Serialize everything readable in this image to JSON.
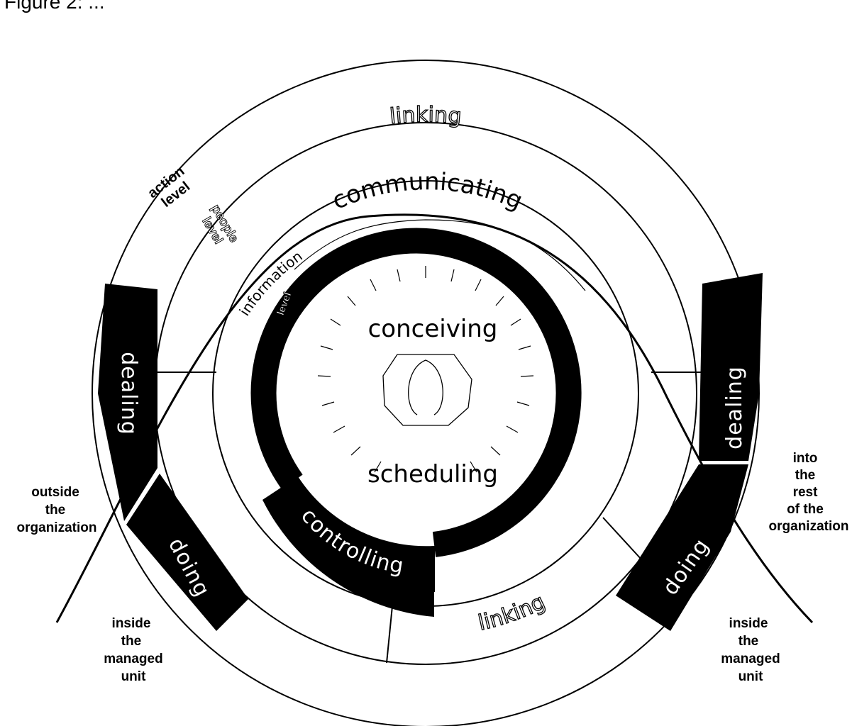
{
  "header_fragment": "Figure 2: ...",
  "levels": {
    "action": [
      "action",
      "level"
    ],
    "people": [
      "people",
      "level"
    ],
    "information": "information",
    "information_level_suffix": "level"
  },
  "roles": {
    "linking_top": "linking",
    "linking_bottom": "linking",
    "communicating": "communicating",
    "conceiving": "conceiving",
    "scheduling": "scheduling",
    "controlling": "controlling",
    "dealing_left": "dealing",
    "dealing_right": "dealing",
    "doing_left": "doing",
    "doing_right": "doing"
  },
  "annotations": {
    "outside": [
      "outside",
      "the",
      "organization"
    ],
    "into": [
      "into",
      "the",
      "rest",
      "of the",
      "organization"
    ],
    "inside_left": [
      "inside",
      "the",
      "managed",
      "unit"
    ],
    "inside_right": [
      "inside",
      "the",
      "managed",
      "unit"
    ]
  },
  "colors": {
    "ink": "#000000",
    "paper": "#ffffff"
  }
}
